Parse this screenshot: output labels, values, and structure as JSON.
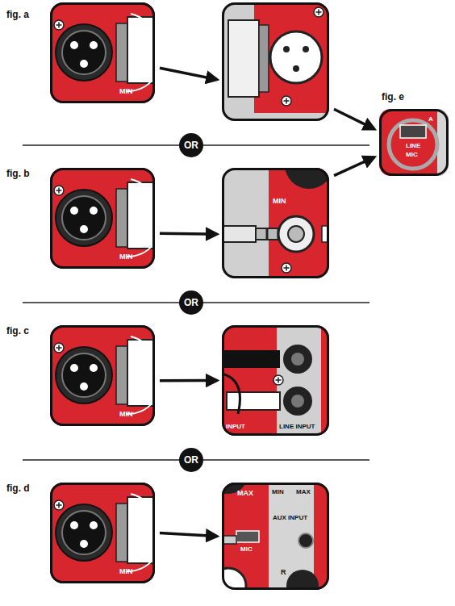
{
  "diagram": {
    "nodes": [
      {
        "text": [
          "fig. a",
          "MIN"
        ]
      },
      {
        "text": []
      },
      {
        "text": [
          "fig. e",
          "LINE",
          "MIC",
          "A"
        ]
      },
      {
        "text": [
          "fig. b",
          "MIN"
        ]
      },
      {
        "text": [
          "MIN"
        ]
      },
      {
        "text": [
          "fig. c",
          "MIN"
        ]
      },
      {
        "text": [
          "INPUT",
          "LINE INPUT"
        ]
      },
      {
        "text": [
          "fig. d",
          "MIN"
        ]
      },
      {
        "text": [
          "MAX",
          "MIN",
          "MAX",
          "AUX INPUT",
          "MIC",
          "R"
        ]
      }
    ],
    "edges": [
      {
        "from": 0,
        "to": 1,
        "arrow": "to"
      },
      {
        "from": 1,
        "to": 2,
        "arrow": "to"
      },
      {
        "from": 3,
        "to": 4,
        "arrow": "to"
      },
      {
        "from": 4,
        "to": 2,
        "arrow": "to"
      },
      {
        "from": 5,
        "to": 6,
        "arrow": "to"
      },
      {
        "from": 7,
        "to": 8,
        "arrow": "to"
      }
    ],
    "labels": [
      "OR",
      "OR",
      "OR"
    ]
  }
}
